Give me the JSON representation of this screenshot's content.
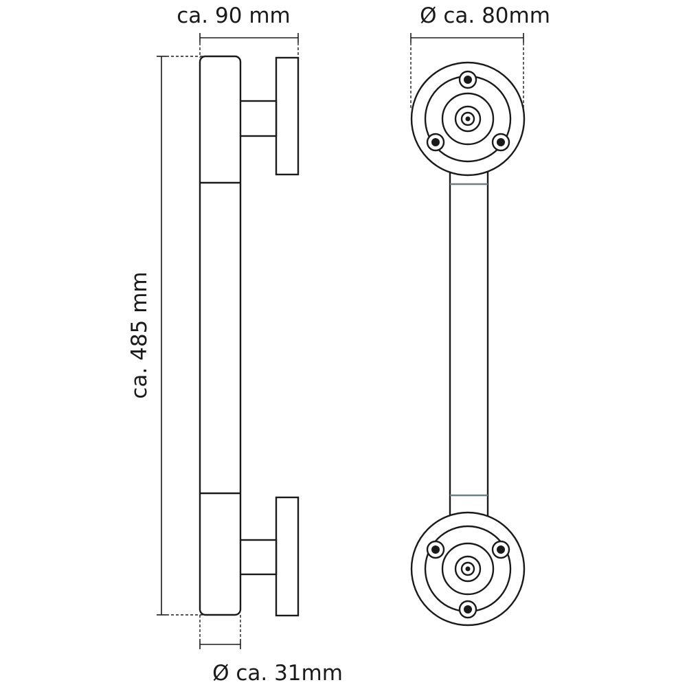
{
  "dimensions": {
    "width_label": "ca. 90 mm",
    "rosette_diameter_label": "Ø ca. 80mm",
    "length_label": "ca. 485 mm",
    "tube_diameter_label": "Ø ca. 31mm"
  },
  "colors": {
    "line": "#1a1a1a",
    "background": "#ffffff",
    "seam_accent": "#6b7f86"
  }
}
